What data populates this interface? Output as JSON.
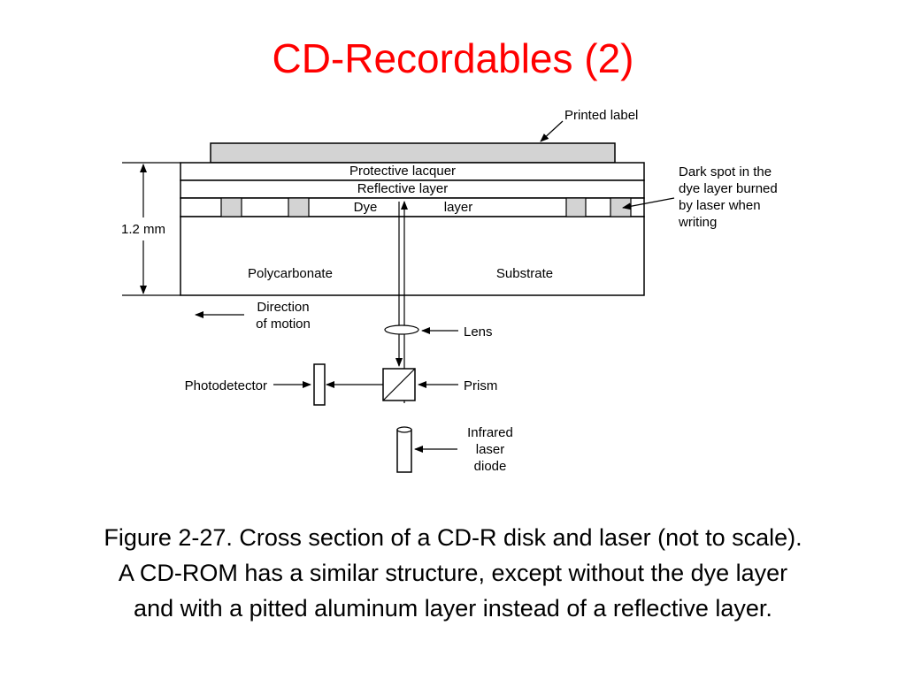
{
  "slide": {
    "title": "CD-Recordables (2)",
    "title_color": "#ff0000"
  },
  "diagram": {
    "labels": {
      "printed_label": "Printed label",
      "protective_lacquer": "Protective lacquer",
      "reflective_layer": "Reflective layer",
      "dye": "Dye",
      "layer": "layer",
      "thickness": "1.2 mm",
      "polycarbonate": "Polycarbonate",
      "substrate": "Substrate",
      "dark_spot": [
        "Dark spot in the",
        "dye layer burned",
        "by laser when",
        "writing"
      ],
      "direction": [
        "Direction",
        "of motion"
      ],
      "lens": "Lens",
      "photodetector": "Photodetector",
      "prism": "Prism",
      "laser": [
        "Infrared",
        "laser",
        "diode"
      ]
    }
  },
  "caption": [
    "Figure 2-27. Cross section of a CD-R disk and laser (not to scale).",
    "A CD-ROM has a similar structure, except without the dye layer",
    "and with a pitted aluminum layer instead of a reflective layer."
  ]
}
